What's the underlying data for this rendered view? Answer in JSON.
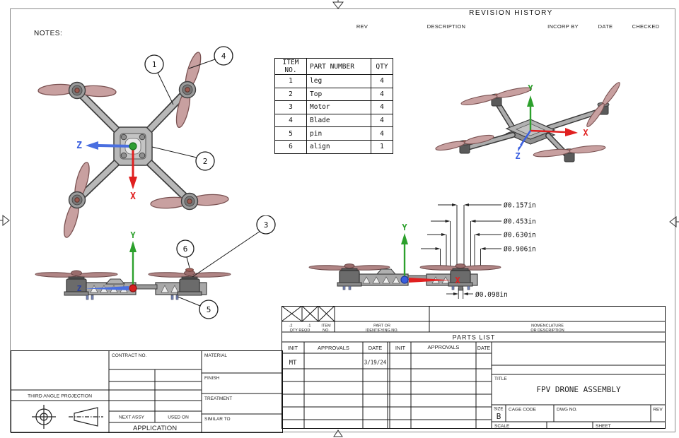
{
  "sheet": {
    "notes": "NOTES:"
  },
  "revision_history": {
    "title": "REVISION HISTORY",
    "cols": {
      "rev": "REV",
      "description": "DESCRIPTION",
      "incorp_by": "INCORP BY",
      "date": "DATE",
      "checked": "CHECKED"
    }
  },
  "parts_table": {
    "headers": {
      "item": "ITEM NO.",
      "part": "PART NUMBER",
      "qty": "QTY"
    },
    "rows": [
      [
        "1",
        "leg",
        "4"
      ],
      [
        "2",
        "Top",
        "4"
      ],
      [
        "3",
        "Motor",
        "4"
      ],
      [
        "4",
        "Blade",
        "4"
      ],
      [
        "5",
        "pin",
        "4"
      ],
      [
        "6",
        "align",
        "1"
      ]
    ]
  },
  "balloons": {
    "b1": "1",
    "b2": "2",
    "b3": "3",
    "b4": "4",
    "b5": "5",
    "b6": "6"
  },
  "axes": {
    "x": "X",
    "y": "Y",
    "z": "Z"
  },
  "dims": {
    "d1": "Ø0.157in",
    "d2": "Ø0.453in",
    "d3": "Ø0.630in",
    "d4": "Ø0.906in",
    "d5": "Ø0.098in"
  },
  "parts_list": {
    "title": "PARTS LIST",
    "neg2": "-2",
    "neg1": "-1",
    "qty_reqd": "QTY REQD",
    "item_line1": "ITEM",
    "item_line2": "NO.",
    "part_line1": "PART OR",
    "part_line2": "IDENTIFYING NO.",
    "nomen_line1": "NOMENCLATURE",
    "nomen_line2": "OR DESCRIPTION"
  },
  "approvals": {
    "init": "INIT",
    "approvals": "APPROVALS",
    "date": "DATE",
    "init_value": "MT",
    "date_value": "3/19/24"
  },
  "title_block": {
    "title_label": "TITLE",
    "title": "FPV DRONE ASSEMBLY",
    "size_label": "SIZE",
    "size": "B",
    "cage_label": "CAGE CODE",
    "dwg_label": "DWG NO.",
    "rev_label": "REV",
    "scale_label": "SCALE",
    "sheet_label": "SHEET"
  },
  "application": {
    "contract": "CONTRACT NO.",
    "material": "MATERIAL",
    "finish": "FINISH",
    "treatment": "TREATMENT",
    "similar": "SIMILAR TO",
    "next_assy": "NEXT ASSY",
    "used_on": "USED ON",
    "application": "APPLICATION",
    "third_angle": "THIRD ANGLE PROJECTION"
  },
  "colors": {
    "prop": "#c8a0a0",
    "prop_stroke": "#7a5252",
    "frame": "#b8b8b8",
    "frame_stroke": "#3f3f3f",
    "axis_x": "#e02020",
    "axis_y": "#2ca02c",
    "axis_z": "#3a5fdf"
  }
}
